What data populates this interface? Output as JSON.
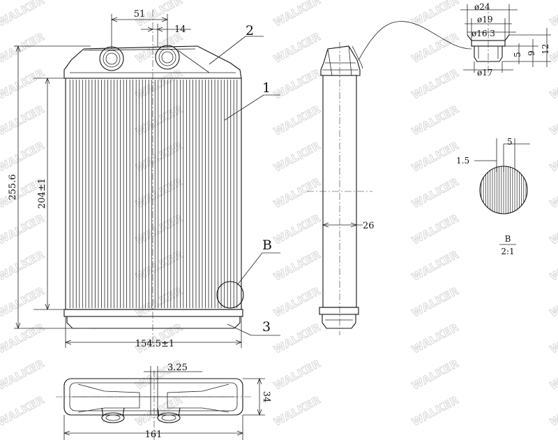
{
  "watermark": {
    "text": "WALKER"
  },
  "front_view": {
    "dims": {
      "overall_height": "255.6",
      "core_height": "204±1",
      "core_width": "154.5±1",
      "pipe_spacing": "51",
      "pipe_offset": "14"
    },
    "callouts": {
      "tank": "2",
      "core": "1",
      "detail": "B",
      "bottom_tank": "3"
    }
  },
  "side_view": {
    "dims": {
      "thickness": "26"
    }
  },
  "pipe_detail": {
    "dims": {
      "d24": "ø24",
      "d19": "ø19",
      "d16": "ø16.3",
      "d17": "ø17",
      "h12": "12",
      "h9": "9",
      "h5": "5"
    }
  },
  "detail_b": {
    "dims": {
      "fin_gap": "1.5",
      "tube_pitch": "5"
    },
    "label": "B",
    "scale": "2:1"
  },
  "bottom_view": {
    "dims": {
      "length": "161",
      "depth": "34",
      "gap": "3.25"
    }
  }
}
